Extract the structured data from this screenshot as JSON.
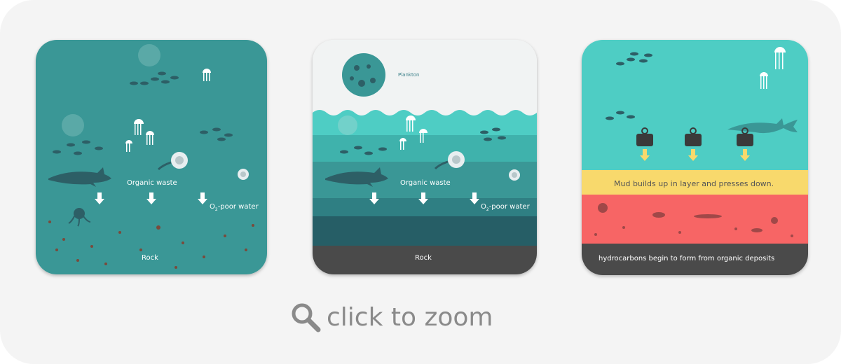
{
  "panel1": {
    "organic_waste": "Organic waste",
    "o2_prefix": "O",
    "o2_sub": "2",
    "o2_suffix": "-poor water",
    "rock": "Rock"
  },
  "panel2": {
    "plankton": "Plankton",
    "organic_waste": "Organic waste",
    "o2_prefix": "O",
    "o2_sub": "2",
    "o2_suffix": "-poor water",
    "rock": "Rock"
  },
  "panel3": {
    "mud_caption": "Mud builds up in layer and presses down.",
    "hydrocarbons_caption": "hydrocarbons begin to form from organic deposits"
  },
  "zoom": {
    "label": "click to zoom"
  },
  "colors": {
    "sea": "#3a9796",
    "sea_light": "#4ecdc4",
    "mud": "#f8d96c",
    "hydrocarbon": "#f76565",
    "rock": "#4a4a4a",
    "sky": "#f1f3f3",
    "silhouette": "#2d5f66"
  }
}
